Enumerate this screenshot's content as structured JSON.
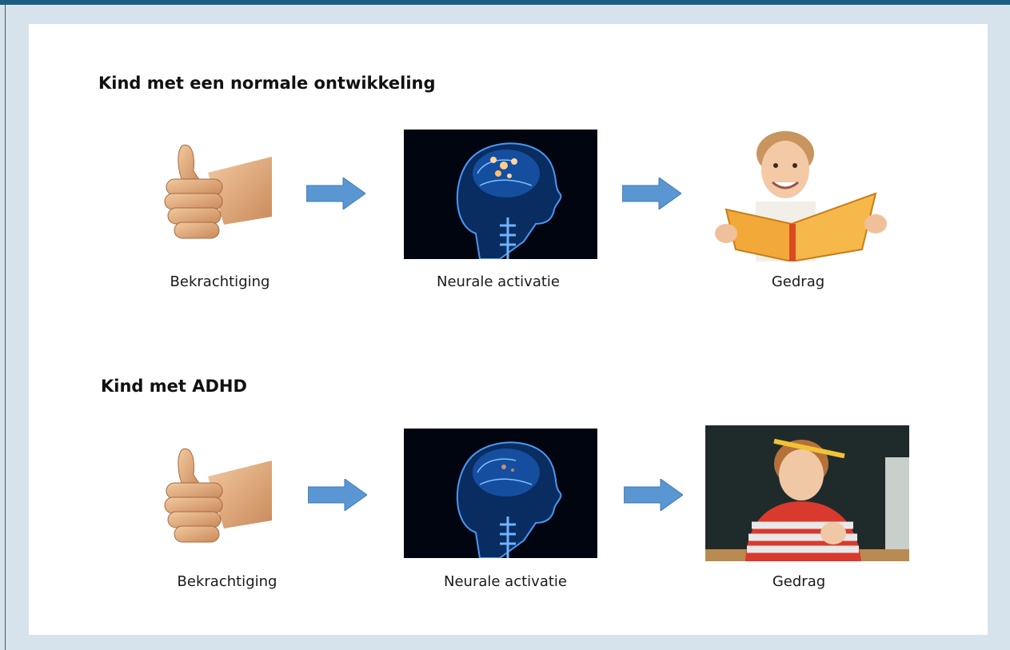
{
  "rows": [
    {
      "title": "Kind met een normale ontwikkeling",
      "steps": [
        {
          "label": "Bekrachtiging",
          "icon": "thumbs-up-icon"
        },
        {
          "label": "Neurale activatie",
          "icon": "brain-xray-icon"
        },
        {
          "label": "Gedrag",
          "icon": "child-reading-icon"
        }
      ]
    },
    {
      "title": "Kind met ADHD",
      "steps": [
        {
          "label": "Bekrachtiging",
          "icon": "thumbs-up-icon"
        },
        {
          "label": "Neurale activatie",
          "icon": "brain-xray-icon"
        },
        {
          "label": "Gedrag",
          "icon": "distracted-child-icon"
        }
      ]
    }
  ],
  "colors": {
    "frame": "#d6e3ec",
    "topbar": "#1b5d83",
    "arrow": "#5a96d2",
    "brain_bg": "#000510",
    "brain_blue": "#3f8fe0"
  }
}
